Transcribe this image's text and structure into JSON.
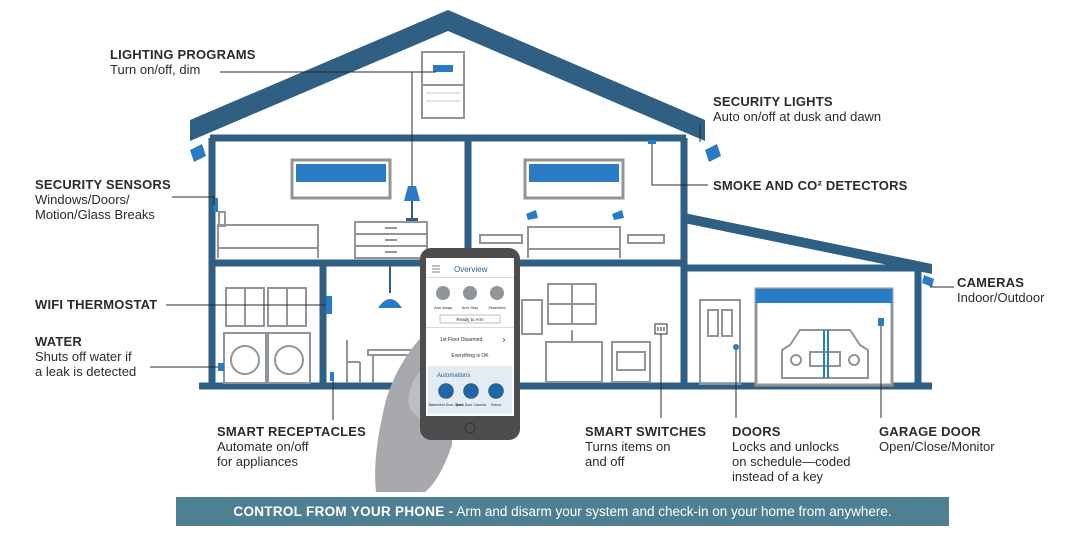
{
  "colors": {
    "house": "#2f5f82",
    "accent": "#2a7bc6",
    "banner": "#4f7f93",
    "furniture": "#8f959a",
    "hand": "#a7a9ac"
  },
  "labels": {
    "lighting": {
      "title": "LIGHTING PROGRAMS",
      "desc": "Turn on/off, dim"
    },
    "security_lights": {
      "title": "SECURITY LIGHTS",
      "desc": "Auto on/off at dusk and dawn"
    },
    "smoke": {
      "title": "SMOKE AND CO² DETECTORS",
      "desc": ""
    },
    "sensors": {
      "title": "SECURITY SENSORS",
      "desc": "Windows/Doors/\nMotion/Glass Breaks"
    },
    "thermostat": {
      "title": "WIFI THERMOSTAT",
      "desc": ""
    },
    "water": {
      "title": "WATER",
      "desc": "Shuts off water if\na leak is detected"
    },
    "cameras": {
      "title": "CAMERAS",
      "desc": "Indoor/Outdoor"
    },
    "receptacles": {
      "title": "SMART RECEPTACLES",
      "desc": "Automate on/off\nfor appliances"
    },
    "switches": {
      "title": "SMART SWITCHES",
      "desc": "Turns items on\nand off"
    },
    "doors": {
      "title": "DOORS",
      "desc": "Locks and unlocks\non schedule—coded\ninstead of a key"
    },
    "garage": {
      "title": "GARAGE DOOR",
      "desc": "Open/Close/Monitor"
    }
  },
  "banner": {
    "bold": "CONTROL FROM YOUR PHONE -",
    "text": " Arm and disarm your system and check-in on your home from anywhere."
  },
  "phone": {
    "title": "Overview",
    "arm_buttons": [
      "Arm Away",
      "Arm Stay",
      "Disarmed"
    ],
    "status_button": "Ready to Arm",
    "floor_status": "1st Floor Disarmed",
    "ok_text": "Everything is OK",
    "automations_title": "Automations",
    "automations": [
      "Basement Door Open",
      "Back Door Camera",
      "Select"
    ]
  }
}
